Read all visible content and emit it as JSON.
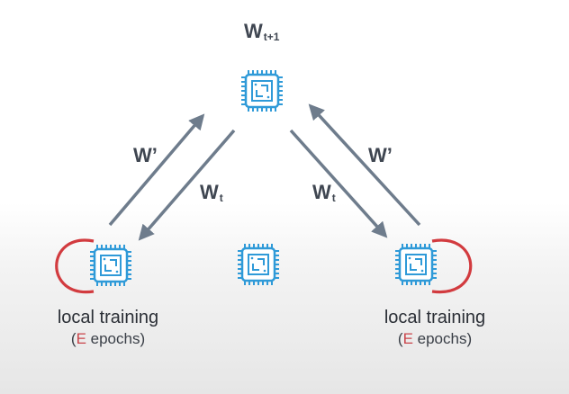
{
  "global_model": {
    "label_main": "W",
    "label_sub": "t+1"
  },
  "arrows": {
    "upload_label": "W’",
    "download_main": "W",
    "download_sub": "t"
  },
  "clients": {
    "left": {
      "caption": "local training",
      "epochs_open": "(",
      "epochs_e": "E",
      "epochs_rest": " epochs)"
    },
    "right": {
      "caption": "local training",
      "epochs_open": "(",
      "epochs_e": "E",
      "epochs_rest": " epochs)"
    }
  },
  "colors": {
    "chip": "#2f9ad8",
    "arrow": "#6e7c8c",
    "loop": "#d23b3f",
    "text": "#3f4651",
    "accent_e": "#c9444a"
  },
  "icons": {
    "chip": "chip-icon",
    "loop": "loop-arrow-icon"
  }
}
